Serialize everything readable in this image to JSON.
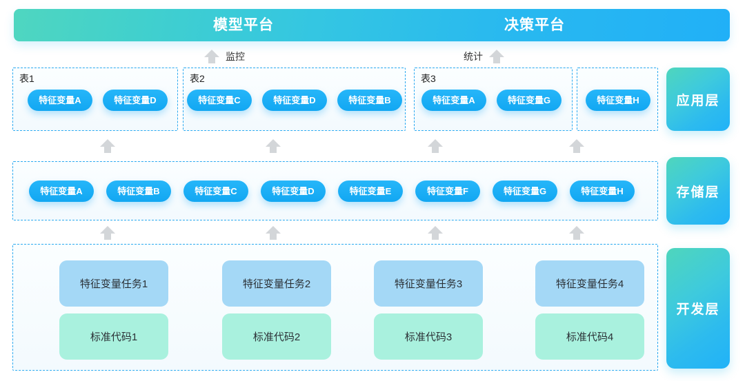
{
  "banner": {
    "platforms": [
      {
        "label": "模型平台"
      },
      {
        "label": "决策平台"
      }
    ],
    "gradient_from": "#4fd6c0",
    "gradient_to": "#21b0f7"
  },
  "flows": [
    {
      "label": "监控",
      "direction": "up",
      "arrow_side": "left"
    },
    {
      "label": "统计",
      "direction": "up",
      "arrow_side": "right"
    }
  ],
  "application_layer": {
    "layer_label": "应用层",
    "groups": [
      {
        "label": "表1",
        "items": [
          {
            "label": "特征变量A"
          },
          {
            "label": "特征变量D"
          }
        ]
      },
      {
        "label": "表2",
        "items": [
          {
            "label": "特征变量C"
          },
          {
            "label": "特征变量D"
          },
          {
            "label": "特征变量B"
          }
        ]
      },
      {
        "label": "表3",
        "items": [
          {
            "label": "特征变量A"
          },
          {
            "label": "特征变量G"
          }
        ]
      },
      {
        "label": "",
        "items": [
          {
            "label": "特征变量H"
          }
        ]
      }
    ]
  },
  "storage_layer": {
    "layer_label": "存储层",
    "items": [
      {
        "label": "特征变量A"
      },
      {
        "label": "特征变量B"
      },
      {
        "label": "特征变量C"
      },
      {
        "label": "特征变量D"
      },
      {
        "label": "特征变量E"
      },
      {
        "label": "特征变量F"
      },
      {
        "label": "特征变量G"
      },
      {
        "label": "特征变量H"
      }
    ]
  },
  "development_layer": {
    "layer_label": "开发层",
    "columns": [
      {
        "task": "特征变量任务1",
        "code": "标准代码1"
      },
      {
        "task": "特征变量任务2",
        "code": "标准代码2"
      },
      {
        "task": "特征变量任务3",
        "code": "标准代码3"
      },
      {
        "task": "特征变量任务4",
        "code": "标准代码4"
      }
    ]
  },
  "colors": {
    "pill_blue": "#19aaf5",
    "dashed_border": "#2aa9f0",
    "arrow_gray": "#d3d6d9",
    "task_card": "#a4d8f6",
    "code_card": "#a9f1de",
    "layer_chip_from": "#4fd6bc",
    "layer_chip_to": "#21b2f8"
  }
}
